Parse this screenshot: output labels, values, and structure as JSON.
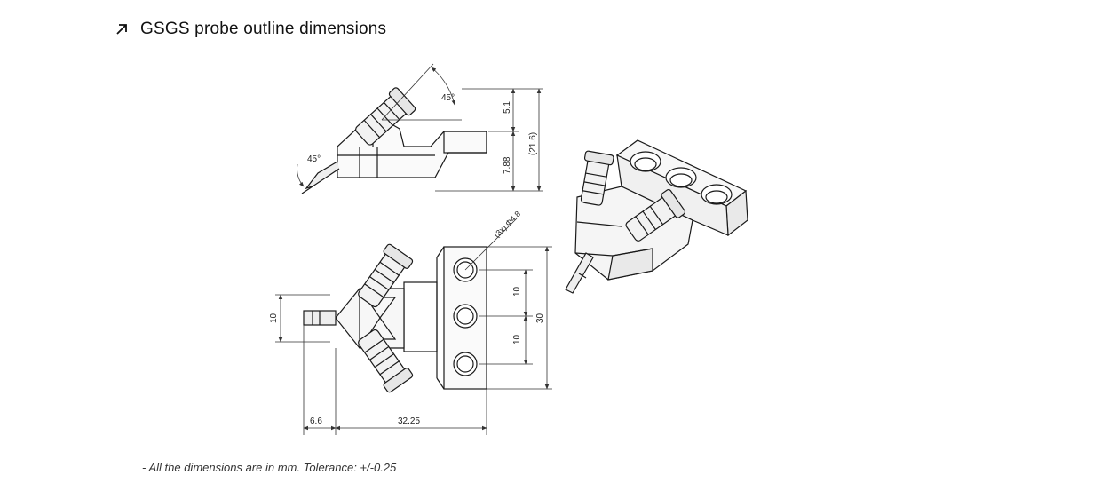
{
  "header": {
    "title": "GSGS probe outline dimensions",
    "icon": "arrow-up-right-icon"
  },
  "side_view": {
    "angle_top": "45°",
    "angle_tip": "45°",
    "dim_a": "5.1",
    "dim_b": "7.88",
    "dim_total": "(21.6)"
  },
  "top_view": {
    "hole_callout": "(3x) Φ4.8",
    "dim_pitch_1": "10",
    "dim_pitch_2": "10",
    "dim_width": "30",
    "dim_tip_height": "10",
    "dim_tip_len": "6.6",
    "dim_body_len": "32.25"
  },
  "footer": {
    "note": "- All the dimensions are in mm. Tolerance: +/-0.25"
  },
  "colors": {
    "line": "#1a1a1a",
    "dim": "#333333",
    "face": "#f2f2f2"
  }
}
